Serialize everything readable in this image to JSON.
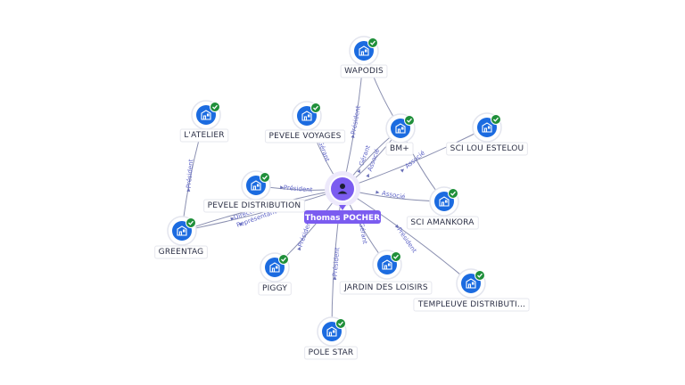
{
  "center": {
    "name": "Thomas POCHER"
  },
  "colors": {
    "accent": "#7b5cf0",
    "node_blue": "#1b6be0",
    "check_green": "#1f8f3a",
    "edge": "#8a8fb0",
    "edge_label": "#5e64c7"
  },
  "icons": {
    "company": "building-icon",
    "verified": "check-icon",
    "person": "person-icon"
  },
  "nodes": [
    {
      "id": "wapodis",
      "name": "WAPODIS"
    },
    {
      "id": "latelier",
      "name": "L'ATELIER"
    },
    {
      "id": "pevele_voyages",
      "name": "PEVELE VOYAGES"
    },
    {
      "id": "bm_plus",
      "name": "BM+"
    },
    {
      "id": "sci_lou",
      "name": "SCI LOU ESTELOU"
    },
    {
      "id": "pevele_distribution",
      "name": "PEVELE DISTRIBUTION"
    },
    {
      "id": "sci_amankora",
      "name": "SCI AMANKORA"
    },
    {
      "id": "greentag",
      "name": "GREENTAG"
    },
    {
      "id": "piggy",
      "name": "PIGGY"
    },
    {
      "id": "jardin",
      "name": "JARDIN DES LOISIRS"
    },
    {
      "id": "templeuve",
      "name": "TEMPLEUVE DISTRIBUTI..."
    },
    {
      "id": "pole_star",
      "name": "POLE STAR"
    }
  ],
  "edges": [
    {
      "from": "center",
      "to": "wapodis",
      "label": "Président"
    },
    {
      "from": "center",
      "to": "pevele_voyages",
      "label": "Gérant"
    },
    {
      "from": "center",
      "to": "bm_plus",
      "label": "Gérant"
    },
    {
      "from": "center",
      "to": "bm_plus",
      "label": "Associé"
    },
    {
      "from": "center",
      "to": "sci_lou",
      "label": "Associé"
    },
    {
      "from": "center",
      "to": "pevele_distribution",
      "label": "Président"
    },
    {
      "from": "center",
      "to": "sci_amankora",
      "label": "Associé"
    },
    {
      "from": "center",
      "to": "greentag",
      "label": "Directeur"
    },
    {
      "from": "center",
      "to": "greentag",
      "label": "Représentant"
    },
    {
      "from": "center",
      "to": "piggy",
      "label": "Président"
    },
    {
      "from": "center",
      "to": "jardin",
      "label": "Gérant"
    },
    {
      "from": "center",
      "to": "templeuve",
      "label": "Président"
    },
    {
      "from": "center",
      "to": "pole_star",
      "label": "Président"
    },
    {
      "from": "greentag",
      "to": "latelier",
      "label": "Président"
    },
    {
      "from": "wapodis",
      "to": "bm_plus",
      "label": ""
    },
    {
      "from": "sci_amankora",
      "to": "bm_plus",
      "label": ""
    }
  ]
}
